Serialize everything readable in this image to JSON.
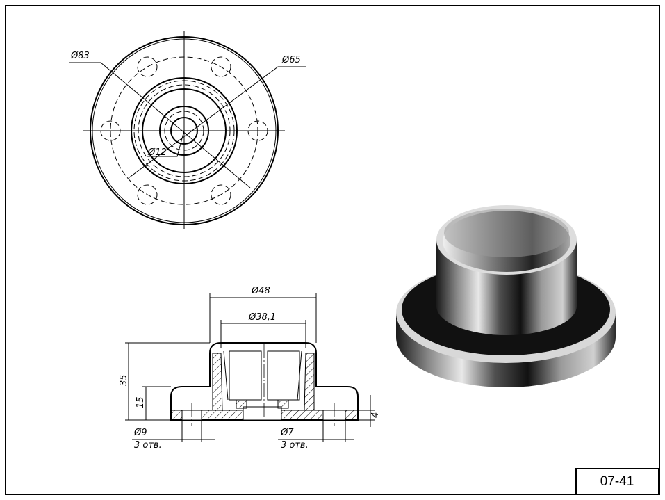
{
  "drawing_code": "07-41",
  "top_view": {
    "dim_outer": "Ø83",
    "dim_bolt_circle": "Ø65",
    "dim_center_hole": "Ø12"
  },
  "section_view": {
    "dim_hub_outer": "Ø48",
    "dim_hub_inner": "Ø38,1",
    "dim_height_total": "35",
    "dim_height_flange": "15",
    "dim_base_thickness": "4",
    "hole_left": {
      "diameter": "Ø9",
      "count": "3 отв."
    },
    "hole_right": {
      "diameter": "Ø7",
      "count": "3 отв."
    }
  }
}
